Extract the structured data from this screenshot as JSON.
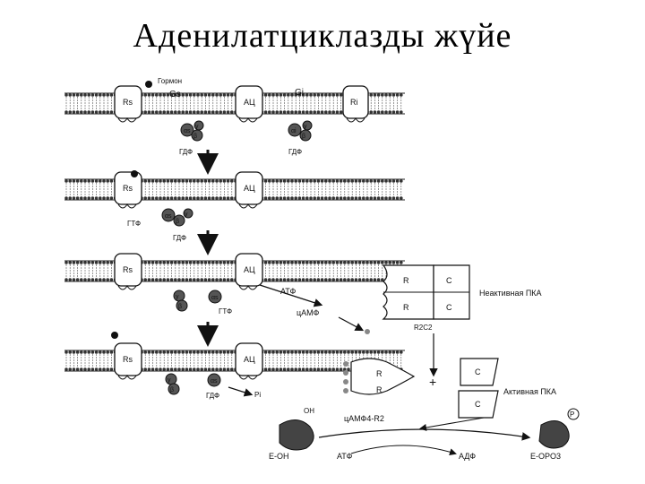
{
  "title": "Аденилатциклазды жүйе",
  "labels": {
    "hormone": "Гормон",
    "gs": "Gs",
    "gi": "Gi",
    "rs": "Rs",
    "ri": "Ri",
    "ac": "АЦ",
    "alpha_s": "αs",
    "alpha_i": "αi",
    "beta": "β",
    "gamma": "γ",
    "gdp": "ГДФ",
    "gtp": "ГТФ",
    "atp": "АТФ",
    "adp": "АДФ",
    "camp": "цАМФ",
    "pi": "Pi",
    "r": "R",
    "c": "C",
    "inactive_pka": "Неактивная ПКА",
    "active_pka": "Активная ПКА",
    "r2c2": "R2C2",
    "camp4_r2": "цАМФ4-R2",
    "oh": "OH",
    "e_oh": "E-OH",
    "e_opo3": "E-OPO3",
    "p": "P",
    "plus": "+"
  }
}
